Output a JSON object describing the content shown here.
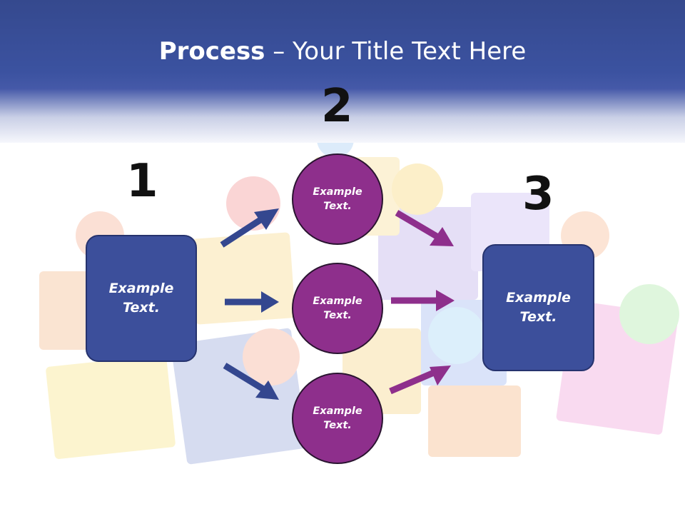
{
  "slide": {
    "title_bold": "Process",
    "title_rest": " – Your Title Text Here"
  },
  "steps": {
    "n1": "1",
    "n2": "2",
    "n3": "3"
  },
  "boxes": {
    "left": "Example\nText.",
    "right": "Example\nText."
  },
  "circles": {
    "top": "Example\nText.",
    "middle": "Example\nText.",
    "bottom": "Example\nText."
  },
  "colors": {
    "header": "#3b52a0",
    "box": "#3c4f9b",
    "circle": "#8e2f8c",
    "arrow_blue": "#34478f",
    "arrow_purple": "#8e2f8c"
  }
}
